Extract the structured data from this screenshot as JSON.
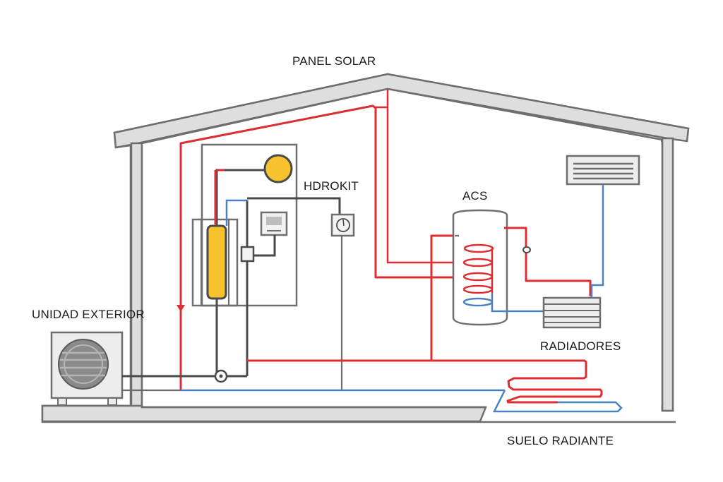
{
  "diagram": {
    "title": "Esquema de instalación de aerotermia",
    "labels": {
      "panel_solar": "PANEL SOLAR",
      "hidrokit": "HDROKIT",
      "acs": "ACS",
      "unidad_exterior": "UNIDAD EXTERIOR",
      "radiadores": "RADIADORES",
      "suelo_radiante": "SUELO RADIANTE"
    },
    "components": [
      {
        "id": "panel-solar",
        "label": "PANEL SOLAR"
      },
      {
        "id": "hidrokit",
        "label": "HDROKIT"
      },
      {
        "id": "acs-tank",
        "label": "ACS"
      },
      {
        "id": "outdoor-unit",
        "label": "UNIDAD EXTERIOR"
      },
      {
        "id": "radiators",
        "label": "RADIADORES"
      },
      {
        "id": "fan-coil",
        "label": ""
      },
      {
        "id": "underfloor-heating",
        "label": "SUELO RADIANTE"
      }
    ],
    "colors": {
      "hot_pipe": "#dd2e34",
      "cold_pipe": "#4a82c0",
      "wall": "#dedede",
      "outline": "#6e6e6e",
      "tank_fill": "#f8c22e"
    }
  }
}
